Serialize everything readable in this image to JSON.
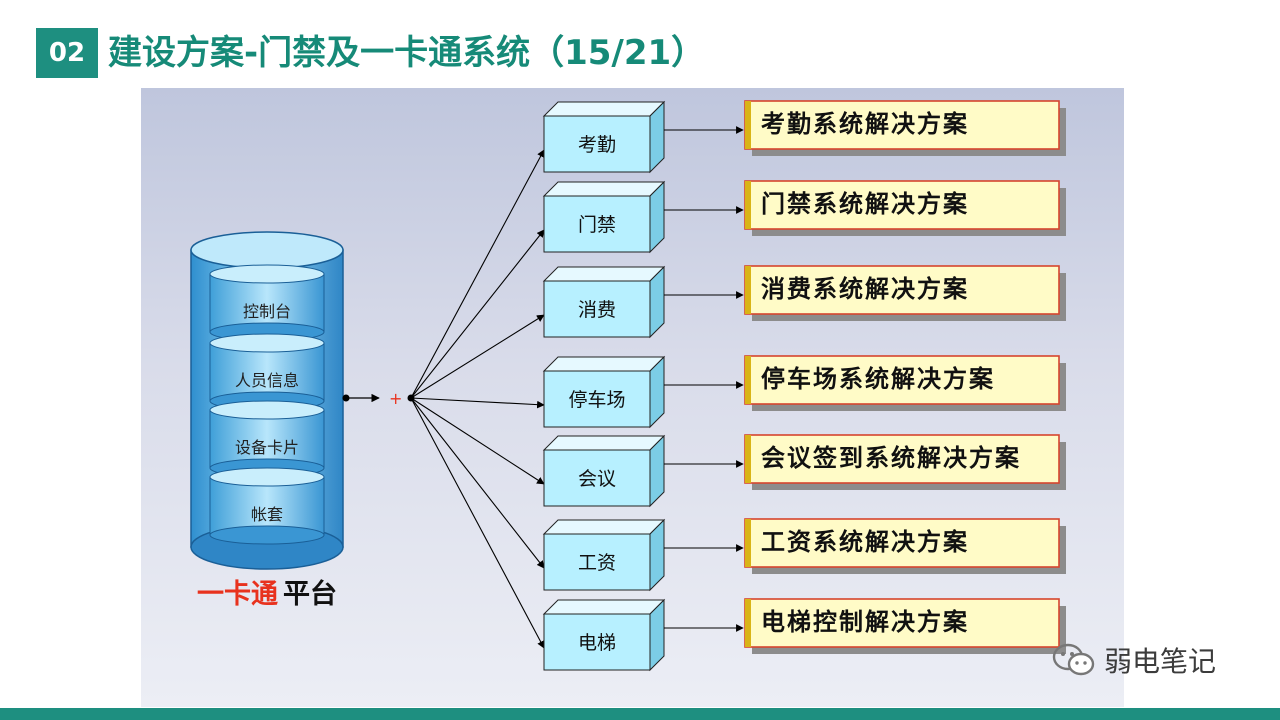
{
  "header": {
    "badge": "02",
    "title": "建设方案-门禁及一卡通系统（15/21）"
  },
  "platform": {
    "layers": [
      "控制台",
      "人员信息",
      "设备卡片",
      "帐套"
    ],
    "label_highlight": "一卡通",
    "label_rest": "平台",
    "plus": "+"
  },
  "modules": [
    {
      "name": "考勤",
      "solution": "考勤系统解决方案"
    },
    {
      "name": "门禁",
      "solution": "门禁系统解决方案"
    },
    {
      "name": "消费",
      "solution": "消费系统解决方案"
    },
    {
      "name": "停车场",
      "solution": "停车场系统解决方案"
    },
    {
      "name": "会议",
      "solution": "会议签到系统解决方案"
    },
    {
      "name": "工资",
      "solution": "工资系统解决方案"
    },
    {
      "name": "电梯",
      "solution": "电梯控制解决方案"
    }
  ],
  "watermark": {
    "text": "弱电笔记",
    "icon": "wechat-icon"
  },
  "colors": {
    "accent": "#1e8f80",
    "box_face": "#b7f0ff",
    "solution_bg": "#fffbc7",
    "label_red": "#e8321e"
  }
}
